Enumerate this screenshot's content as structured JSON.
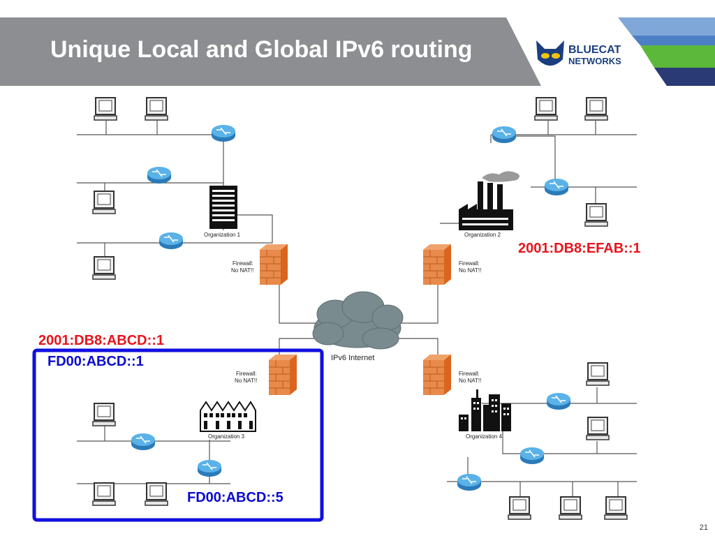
{
  "slide": {
    "title": "Unique Local and Global IPv6 routing",
    "page_number": "21"
  },
  "logo": {
    "line1": "BLUECAT",
    "line2": "NETWORKS"
  },
  "diagram": {
    "organizations": [
      {
        "label": "Organization 1"
      },
      {
        "label": "Organization 2"
      },
      {
        "label": "Organization 3"
      },
      {
        "label": "Organization 4"
      }
    ],
    "firewall_label_line1": "Firewall:",
    "firewall_label_line2": "No NAT!!",
    "internet_label": "IPv6 Internet",
    "addresses": {
      "org2_global": "2001:DB8:EFAB::1",
      "org3_global": "2001:DB8:ABCD::1",
      "org3_ula": "FD00:ABCD::1",
      "org3_host_ula": "FD00:ABCD::5"
    }
  },
  "colors": {
    "header_gray": "#8c8e91",
    "address_red": "#e8141c",
    "address_blue": "#0a0ad0",
    "highlight_box": "#1010e0",
    "router_blue": "#3d9ad6",
    "firewall_orange": "#e07a38",
    "cloud_gray": "#7a8b8f",
    "logo_blue": "#1b3e80",
    "stripe_light_blue": "#7fa8d8",
    "stripe_green": "#5cb83a",
    "stripe_navy": "#2a3a75"
  }
}
